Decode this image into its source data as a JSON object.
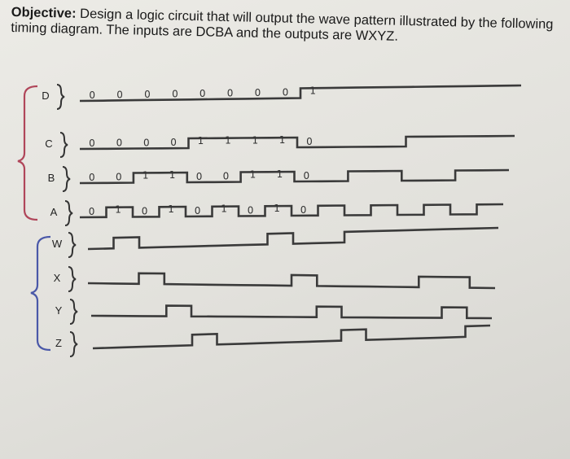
{
  "objective": {
    "label": "Objective:",
    "text": "Design a logic circuit that will output the wave pattern illustrated by the following timing diagram. The inputs are DCBA and the outputs are WXYZ."
  },
  "signals": [
    {
      "name": "D",
      "group": "input",
      "levels": [
        0,
        0,
        0,
        0,
        0,
        0,
        0,
        0,
        1,
        1,
        1,
        1,
        1,
        1,
        1,
        1
      ],
      "bits": [
        "0",
        "0",
        "0",
        "0",
        "0",
        "0",
        "0",
        "0",
        "1"
      ]
    },
    {
      "name": "C",
      "group": "input",
      "levels": [
        0,
        0,
        0,
        0,
        1,
        1,
        1,
        1,
        0,
        0,
        0,
        0,
        1,
        1,
        1,
        1
      ],
      "bits": [
        "0",
        "0",
        "0",
        "0",
        "1",
        "1",
        "1",
        "1",
        "0"
      ]
    },
    {
      "name": "B",
      "group": "input",
      "levels": [
        0,
        0,
        1,
        1,
        0,
        0,
        1,
        1,
        0,
        0,
        1,
        1,
        0,
        0,
        1,
        1
      ],
      "bits": [
        "0",
        "0",
        "1",
        "1",
        "0",
        "0",
        "1",
        "1",
        "0"
      ]
    },
    {
      "name": "A",
      "group": "input",
      "levels": [
        0,
        1,
        0,
        1,
        0,
        1,
        0,
        1,
        0,
        1,
        0,
        1,
        0,
        1,
        0,
        1
      ],
      "bits": [
        "0",
        "1",
        "0",
        "1",
        "0",
        "1",
        "0",
        "1",
        "0"
      ]
    },
    {
      "name": "W",
      "group": "output",
      "levels": [
        0,
        1,
        0,
        0,
        0,
        0,
        0,
        1,
        0,
        0,
        1,
        1,
        1,
        1,
        1,
        1
      ]
    },
    {
      "name": "X",
      "group": "output",
      "levels": [
        0,
        0,
        1,
        0,
        0,
        0,
        0,
        0,
        1,
        0,
        0,
        0,
        0,
        1,
        1,
        0
      ]
    },
    {
      "name": "Y",
      "group": "output",
      "levels": [
        0,
        0,
        0,
        1,
        0,
        0,
        0,
        0,
        0,
        1,
        0,
        0,
        0,
        0,
        1,
        0
      ]
    },
    {
      "name": "Z",
      "group": "output",
      "levels": [
        0,
        0,
        0,
        0,
        1,
        0,
        0,
        0,
        0,
        0,
        1,
        0,
        0,
        0,
        0,
        1
      ]
    }
  ]
}
